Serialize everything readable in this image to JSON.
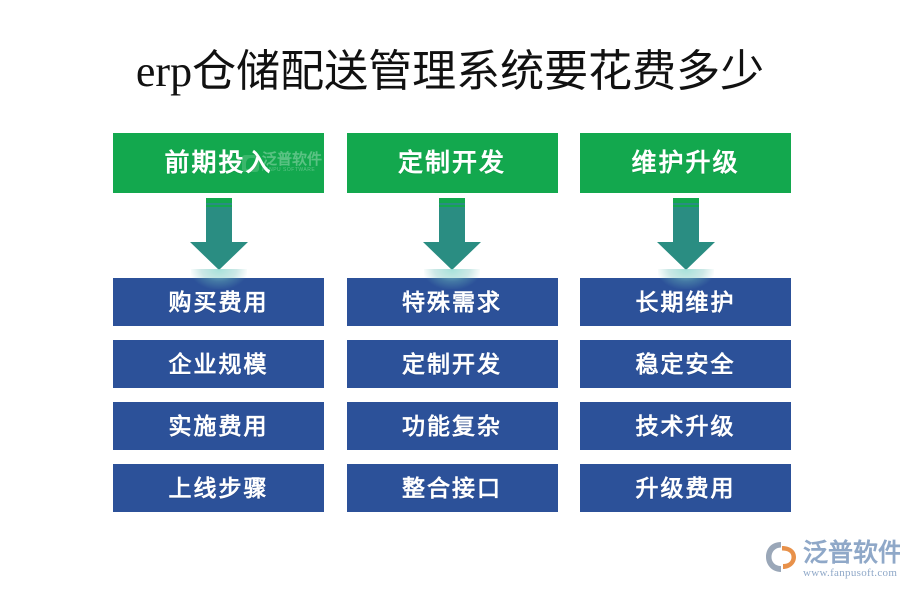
{
  "page": {
    "title": "erp仓储配送管理系统要花费多少",
    "background_color": "#ffffff"
  },
  "colors": {
    "title_text": "#111111",
    "header_box": "#13a84e",
    "item_box": "#2c5199",
    "arrow": "#2a8d82",
    "arrow_top_edge": "#13a84e",
    "box_text": "#ffffff",
    "brand_text": "#8fa8c8",
    "brand_mark_gray": "#9aa7b8",
    "brand_mark_orange": "#e8914a"
  },
  "columns": [
    {
      "header": {
        "label": "前期投入",
        "watermark": {
          "cn": "泛普软件",
          "en": "FANPU SOFTWARE",
          "icon": "fanpu-logo-icon"
        }
      },
      "arrow": {
        "icon": "arrow-down-icon",
        "direction": "down"
      },
      "items": [
        {
          "label": "购买费用"
        },
        {
          "label": "企业规模"
        },
        {
          "label": "实施费用"
        },
        {
          "label": "上线步骤"
        }
      ]
    },
    {
      "header": {
        "label": "定制开发",
        "watermark": null
      },
      "arrow": {
        "icon": "arrow-down-icon",
        "direction": "down"
      },
      "items": [
        {
          "label": "特殊需求"
        },
        {
          "label": "定制开发"
        },
        {
          "label": "功能复杂"
        },
        {
          "label": "整合接口"
        }
      ]
    },
    {
      "header": {
        "label": "维护升级",
        "watermark": null
      },
      "arrow": {
        "icon": "arrow-down-icon",
        "direction": "down"
      },
      "items": [
        {
          "label": "长期维护"
        },
        {
          "label": "稳定安全"
        },
        {
          "label": "技术升级"
        },
        {
          "label": "升级费用"
        }
      ]
    }
  ],
  "brand": {
    "name": "泛普软件",
    "url": "www.fanpusoft.com",
    "mark_icon": "fanpu-logo-icon"
  }
}
